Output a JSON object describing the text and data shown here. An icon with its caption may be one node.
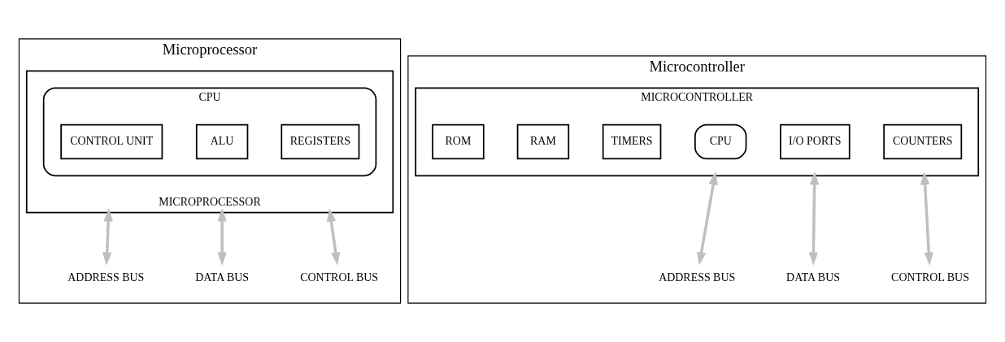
{
  "diagram": {
    "nodes": [
      {
        "text": [
          "Microprocessor"
        ]
      },
      {
        "text": [
          "MICROPROCESSOR"
        ],
        "in": 0
      },
      {
        "text": [
          "CPU"
        ],
        "in": 1
      },
      {
        "text": [
          "CONTROL UNIT"
        ],
        "in": 2
      },
      {
        "text": [
          "ALU"
        ],
        "in": 2
      },
      {
        "text": [
          "REGISTERS"
        ],
        "in": 2
      },
      {
        "text": [
          "ADDRESS BUS"
        ],
        "in": 0
      },
      {
        "text": [
          "DATA BUS"
        ],
        "in": 0
      },
      {
        "text": [
          "CONTROL BUS"
        ],
        "in": 0
      },
      {
        "text": [
          "Microcontroller"
        ]
      },
      {
        "text": [
          "MICROCONTROLLER"
        ],
        "in": 9
      },
      {
        "text": [
          "CPU"
        ],
        "in": 10
      },
      {
        "text": [
          "I/O PORTS"
        ],
        "in": 10
      },
      {
        "text": [
          "COUNTERS"
        ],
        "in": 10
      },
      {
        "text": [
          "TIMERS"
        ],
        "in": 10
      },
      {
        "text": [
          "RAM"
        ],
        "in": 10
      },
      {
        "text": [
          "ROM"
        ],
        "in": 10
      },
      {
        "text": [
          "ADDRESS BUS"
        ],
        "in": 9
      },
      {
        "text": [
          "DATA BUS"
        ],
        "in": 9
      },
      {
        "text": [
          "CONTROL BUS"
        ],
        "in": 9
      }
    ],
    "edges": [
      {
        "from": 1,
        "to": 6,
        "arrow": "both"
      },
      {
        "from": 1,
        "to": 7,
        "arrow": "both"
      },
      {
        "from": 1,
        "to": 8,
        "arrow": "both"
      },
      {
        "from": 10,
        "to": 17,
        "arrow": "both"
      },
      {
        "from": 10,
        "to": 18,
        "arrow": "both"
      },
      {
        "from": 10,
        "to": 19,
        "arrow": "both"
      }
    ]
  }
}
